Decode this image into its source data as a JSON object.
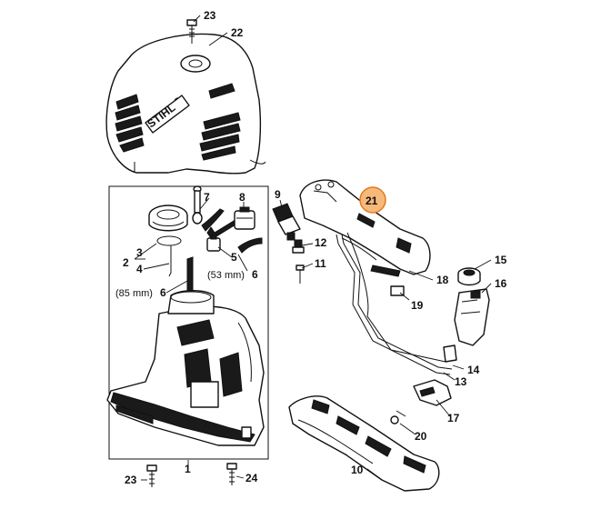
{
  "brand": "STIHL",
  "highlight_color": "#f5b97a",
  "highlight_stroke": "#e07a1f",
  "labels": {
    "p1": "1",
    "p2": "2",
    "p3": "3",
    "p4": "4",
    "p5": "5",
    "p6a": "6",
    "p6b": "6",
    "p7": "7",
    "p8": "8",
    "p9": "9",
    "p10": "10",
    "p11": "11",
    "p12": "12",
    "p13": "13",
    "p14": "14",
    "p15": "15",
    "p16": "16",
    "p17": "17",
    "p18": "18",
    "p19": "19",
    "p20": "20",
    "p21": "21",
    "p22": "22",
    "p23a": "23",
    "p23b": "23",
    "p24": "24",
    "dim85": "(85 mm)",
    "dim53": "(53 mm)"
  }
}
